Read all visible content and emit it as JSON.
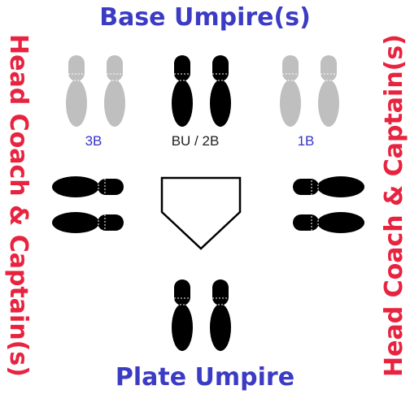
{
  "headings": {
    "top": "Base Umpire(s)",
    "bottom": "Plate Umpire",
    "left": "Head Coach & Captain(s)",
    "right": "Head Coach & Captain(s)"
  },
  "positions": {
    "third": "3B",
    "second": "BU / 2B",
    "first": "1B"
  },
  "colors": {
    "heading_blue": "#3b3bc4",
    "heading_red": "#e8233f",
    "label_blue": "#3333cc",
    "label_dark": "#222222",
    "shoe_black": "#000000",
    "shoe_gray": "#bfbfbf",
    "plate_stroke": "#000000"
  },
  "icons": {
    "shoe": "shoeprint-icon",
    "plate": "home-plate-icon"
  }
}
